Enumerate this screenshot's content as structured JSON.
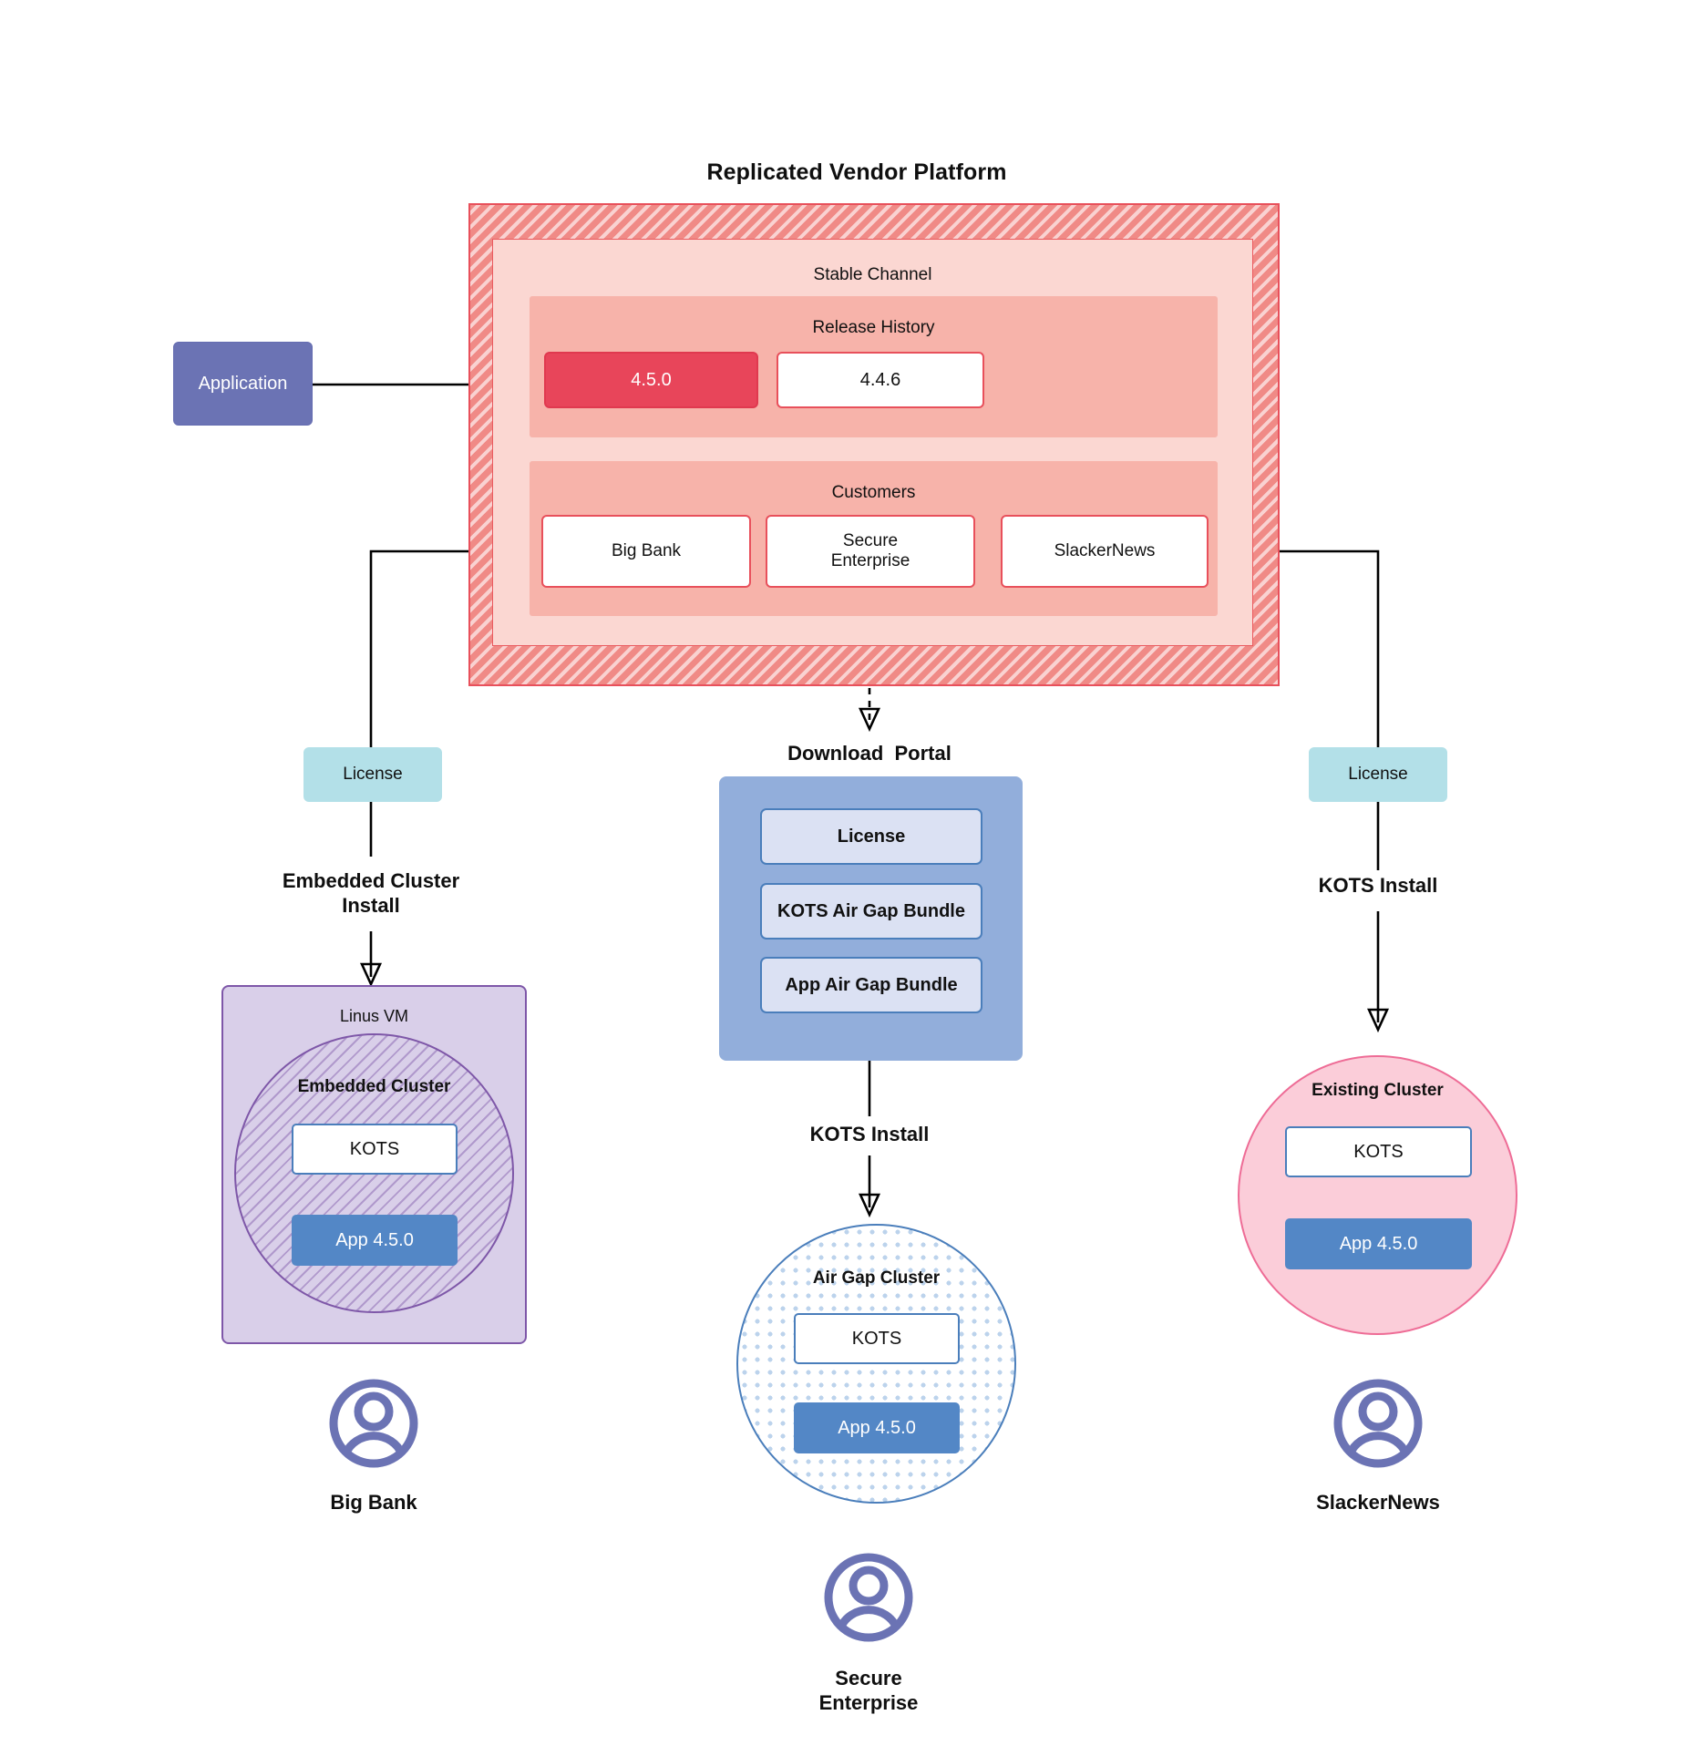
{
  "diagram": {
    "title": "Replicated Vendor Platform",
    "platform": {
      "channel_title": "Stable Channel",
      "release_history_title": "Release History",
      "releases": [
        {
          "version": "4.5.0",
          "state": "active"
        },
        {
          "version": "4.4.6",
          "state": "idle"
        }
      ],
      "customers_title": "Customers",
      "customers": [
        {
          "name": "Big Bank"
        },
        {
          "name": "Secure\nEnterprise"
        },
        {
          "name": "SlackerNews"
        }
      ]
    },
    "application_box": {
      "label": "Application"
    },
    "left_flow": {
      "license_label": "License",
      "install_label": "Embedded Cluster\nInstall",
      "vm_title": "Linus VM",
      "cluster_title": "Embedded Cluster",
      "kots_label": "KOTS",
      "app_label": "App 4.5.0",
      "persona": "Big Bank"
    },
    "center_flow": {
      "portal_title": "Download  Portal",
      "portal_items": [
        "License",
        "KOTS Air Gap Bundle",
        "App Air Gap Bundle"
      ],
      "install_label": "KOTS Install",
      "cluster_title": "Air Gap Cluster",
      "kots_label": "KOTS",
      "app_label": "App 4.5.0",
      "persona": "Secure\nEnterprise"
    },
    "right_flow": {
      "license_label": "License",
      "install_label": "KOTS Install",
      "cluster_title": "Existing Cluster",
      "kots_label": "KOTS",
      "app_label": "App 4.5.0",
      "persona": "SlackerNews"
    },
    "icons": {
      "person": "person-icon"
    },
    "colors": {
      "platform_hatch": "#f08a86",
      "platform_border": "#e8505b",
      "channel_panel": "#fbd7d2",
      "sub_panel": "#f7b3aa",
      "release_active": "#e8455a",
      "application": "#6b73b4",
      "license": "#b3e0e8",
      "portal": "#92aedb",
      "portal_item": "#dbe1f3",
      "vm": "#d9cfe9",
      "vm_border": "#7e57a8",
      "existing_cluster": "#fbcdd9",
      "existing_cluster_border": "#ee6c96",
      "app_version": "#5387c6",
      "kots_border": "#4a7ebb",
      "person": "#6b73b4"
    }
  }
}
